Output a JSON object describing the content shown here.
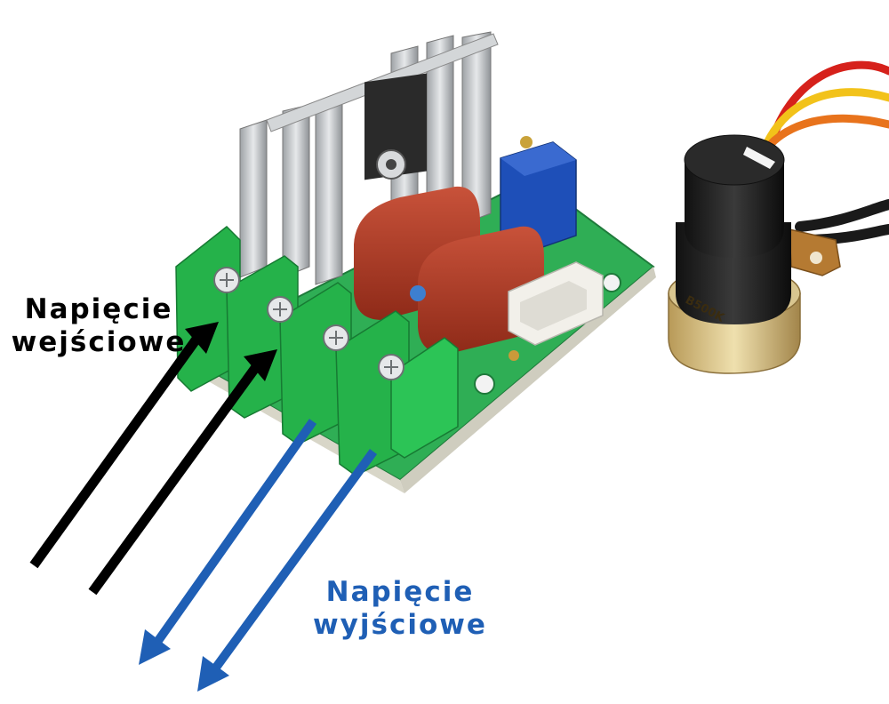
{
  "input_label": {
    "line1": "Napięcie",
    "line2": "wejściowe",
    "color": "#000000"
  },
  "output_label": {
    "line1": "Napięcie",
    "line2": "wyjściowe",
    "color": "#1f5fb5"
  },
  "potentiometer_marking": "B500K",
  "colors": {
    "pcb": "#2fae55",
    "terminal_block": "#25b24a",
    "capacitor": "#b23a22",
    "trimmer": "#1e4fb8",
    "heatsink": "#c9ccce",
    "knob": "#1c1c1c",
    "input_arrow": "#000000",
    "output_arrow": "#1f5fb5"
  },
  "icons": {
    "input_arrows": "arrow-up-right-icon",
    "output_arrows": "arrow-down-left-icon"
  }
}
